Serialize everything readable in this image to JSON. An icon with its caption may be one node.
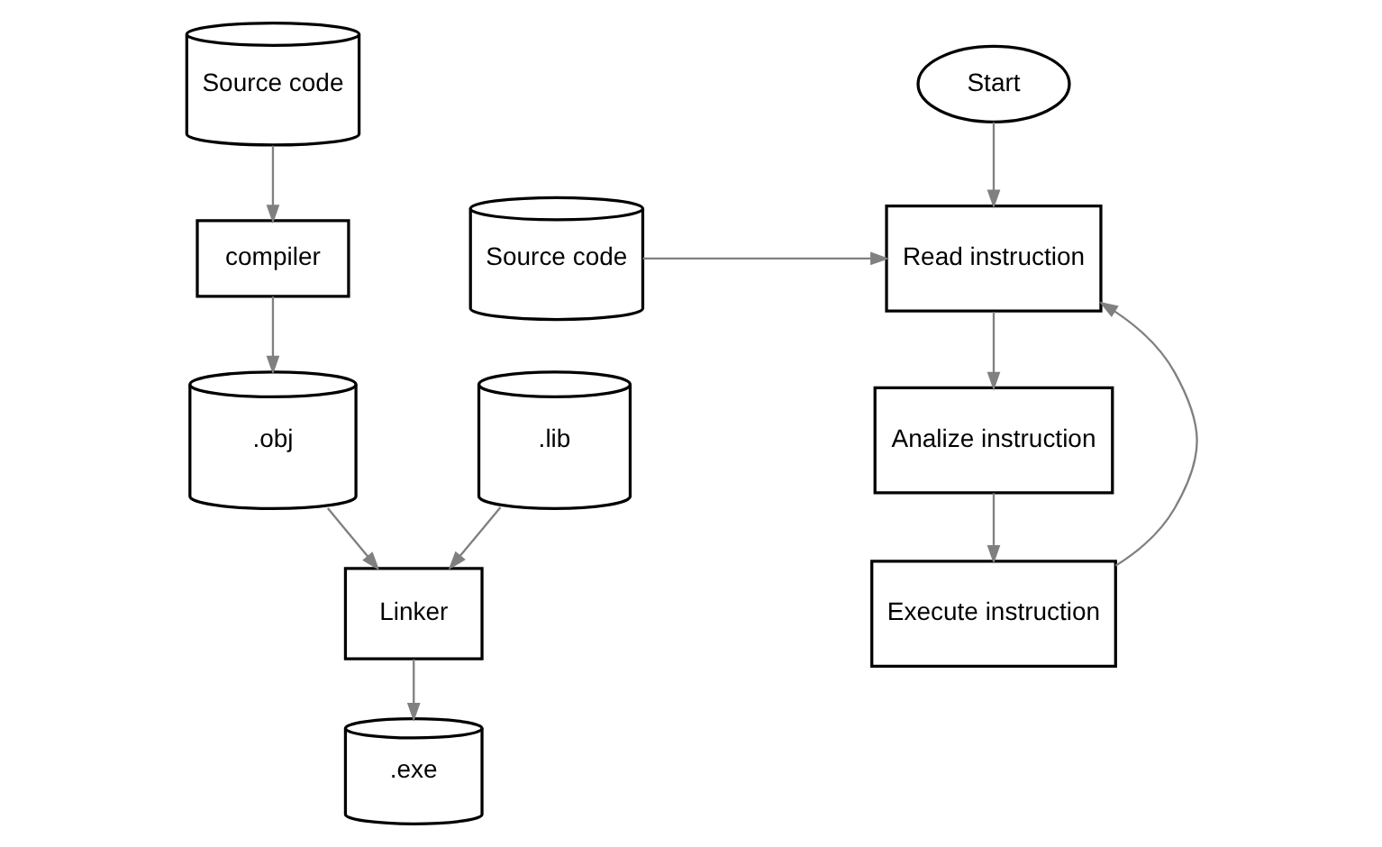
{
  "diagram": {
    "nodes": [
      {
        "text": [
          "Source code"
        ]
      },
      {
        "text": [
          "compiler"
        ]
      },
      {
        "text": [
          ".obj"
        ]
      },
      {
        "text": [
          ".lib"
        ]
      },
      {
        "text": [
          "Linker"
        ]
      },
      {
        "text": [
          ".exe"
        ]
      },
      {
        "text": [
          "Start"
        ]
      },
      {
        "text": [
          "Read instruction"
        ]
      },
      {
        "text": [
          "Source code"
        ]
      },
      {
        "text": [
          "Analize instruction"
        ]
      },
      {
        "text": [
          "Execute instruction"
        ]
      }
    ],
    "edges": [
      {
        "from": 0,
        "to": 1,
        "arrow": "to"
      },
      {
        "from": 1,
        "to": 2,
        "arrow": "to"
      },
      {
        "from": 2,
        "to": 4,
        "arrow": "to"
      },
      {
        "from": 3,
        "to": 4,
        "arrow": "to"
      },
      {
        "from": 4,
        "to": 5,
        "arrow": "to"
      },
      {
        "from": 6,
        "to": 7,
        "arrow": "to"
      },
      {
        "from": 8,
        "to": 7,
        "arrow": "to"
      },
      {
        "from": 7,
        "to": 9,
        "arrow": "to"
      },
      {
        "from": 9,
        "to": 10,
        "arrow": "to"
      },
      {
        "from": 10,
        "to": 7,
        "arrow": "to"
      }
    ]
  }
}
